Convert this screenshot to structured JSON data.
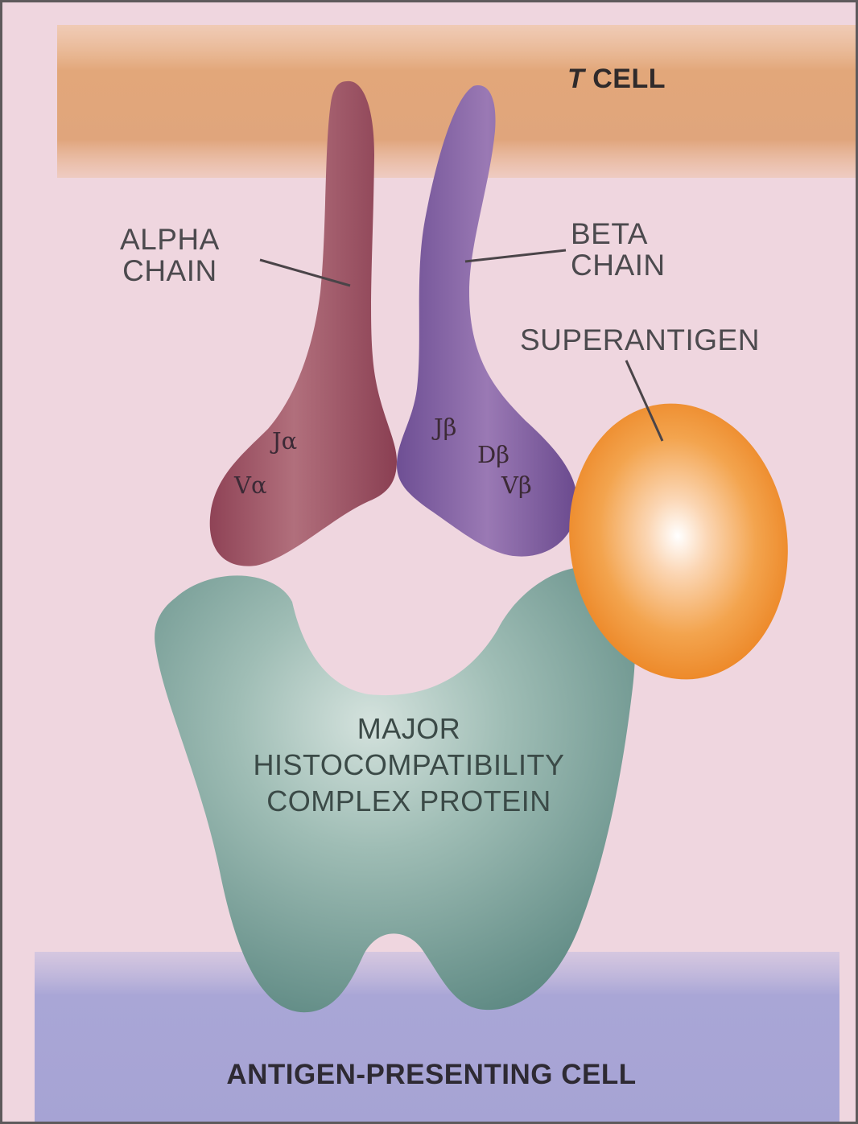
{
  "diagram": {
    "t_cell": {
      "prefix": "T",
      "suffix": " CELL"
    },
    "alpha_chain": {
      "line1": "ALPHA",
      "line2": "CHAIN"
    },
    "beta_chain": {
      "line1": "BETA",
      "line2": "CHAIN"
    },
    "superantigen": "SUPERANTIGEN",
    "alpha_segments": {
      "j": "Jα",
      "v": "Vα"
    },
    "beta_segments": {
      "j": "Jβ",
      "d": "Dβ",
      "v": "Vβ"
    },
    "mhc": {
      "line1": "MAJOR",
      "line2": "HISTOCOMPATIBILITY",
      "line3": "COMPLEX PROTEIN"
    },
    "apc": "ANTIGEN-PRESENTING CELL"
  },
  "colors": {
    "background": "#efd6df",
    "t_cell_band": "#e2a87a",
    "apc_band": "#a9a6d6",
    "alpha_chain": "#a55c6c",
    "beta_chain": "#8a6aa6",
    "superantigen": "#f0922e",
    "mhc_protein": "#7fa69f"
  }
}
